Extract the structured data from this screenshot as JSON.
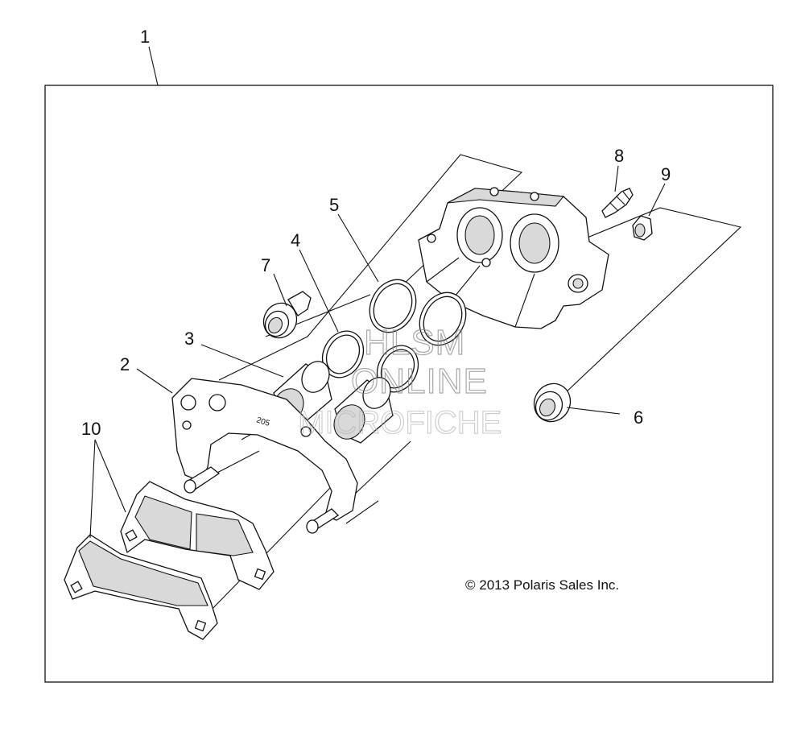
{
  "diagram": {
    "callouts": [
      {
        "id": "1",
        "label": "1"
      },
      {
        "id": "2",
        "label": "2"
      },
      {
        "id": "3",
        "label": "3"
      },
      {
        "id": "4",
        "label": "4"
      },
      {
        "id": "5",
        "label": "5"
      },
      {
        "id": "6",
        "label": "6"
      },
      {
        "id": "7",
        "label": "7"
      },
      {
        "id": "8",
        "label": "8"
      },
      {
        "id": "9",
        "label": "9"
      },
      {
        "id": "10",
        "label": "10"
      }
    ],
    "copyright": "© 2013 Polaris Sales Inc.",
    "watermark": {
      "line1": "HLSM",
      "line2": "ONLINE",
      "line3": "MICROFICHE"
    },
    "bracket_marking": "205"
  }
}
